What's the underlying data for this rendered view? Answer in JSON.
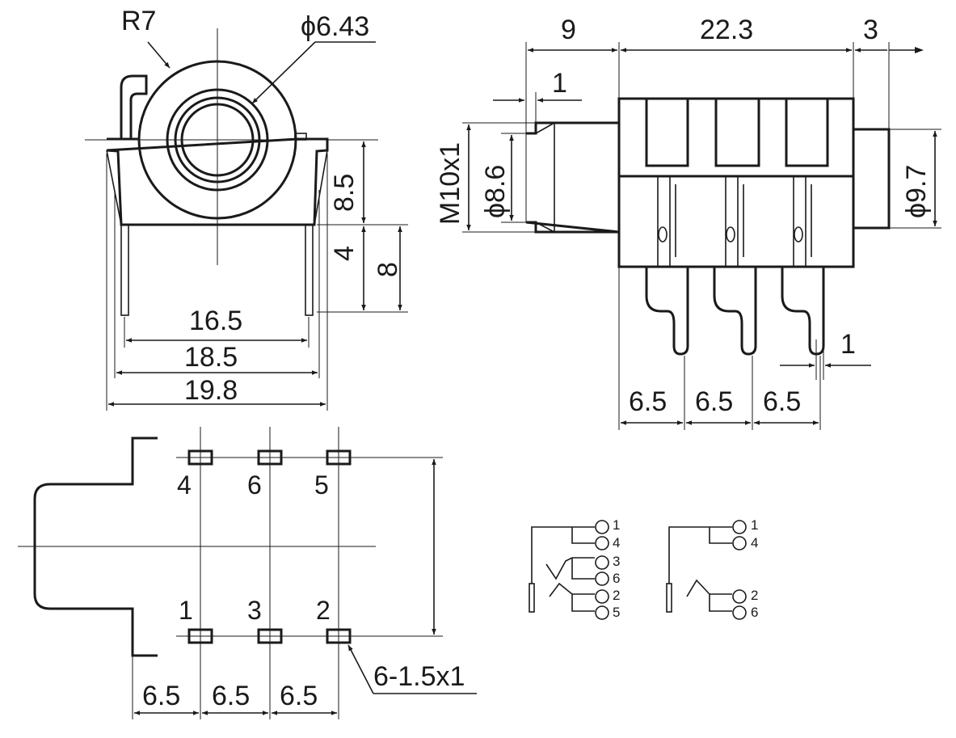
{
  "front_view": {
    "radius_label": "R7",
    "bore_label": "ϕ6.43",
    "height_label": "8.5",
    "pin_offset_label": "4",
    "pin_length_label": "8",
    "pin_span_label": "16.5",
    "body_width_label": "18.5",
    "overall_width_label": "19.8"
  },
  "side_view": {
    "top_dims": [
      "9",
      "22.3",
      "3"
    ],
    "flange_label": "1",
    "thread_label": "M10x1",
    "diameter_label": "ϕ8.6",
    "rear_diameter_label": "ϕ9.7",
    "pin_width_label": "1",
    "pin_pitch_labels": [
      "6.5",
      "6.5",
      "6.5"
    ]
  },
  "footprint": {
    "top_pins": [
      "4",
      "6",
      "5"
    ],
    "bottom_pins": [
      "1",
      "3",
      "2"
    ],
    "hole_label": "6-1.5x1",
    "pitch_labels": [
      "6.5",
      "6.5",
      "6.5"
    ]
  },
  "schematics": [
    {
      "pins": [
        "1",
        "4",
        "3",
        "6",
        "2",
        "5"
      ]
    },
    {
      "pins": [
        "1",
        "4",
        "2",
        "6"
      ]
    }
  ]
}
